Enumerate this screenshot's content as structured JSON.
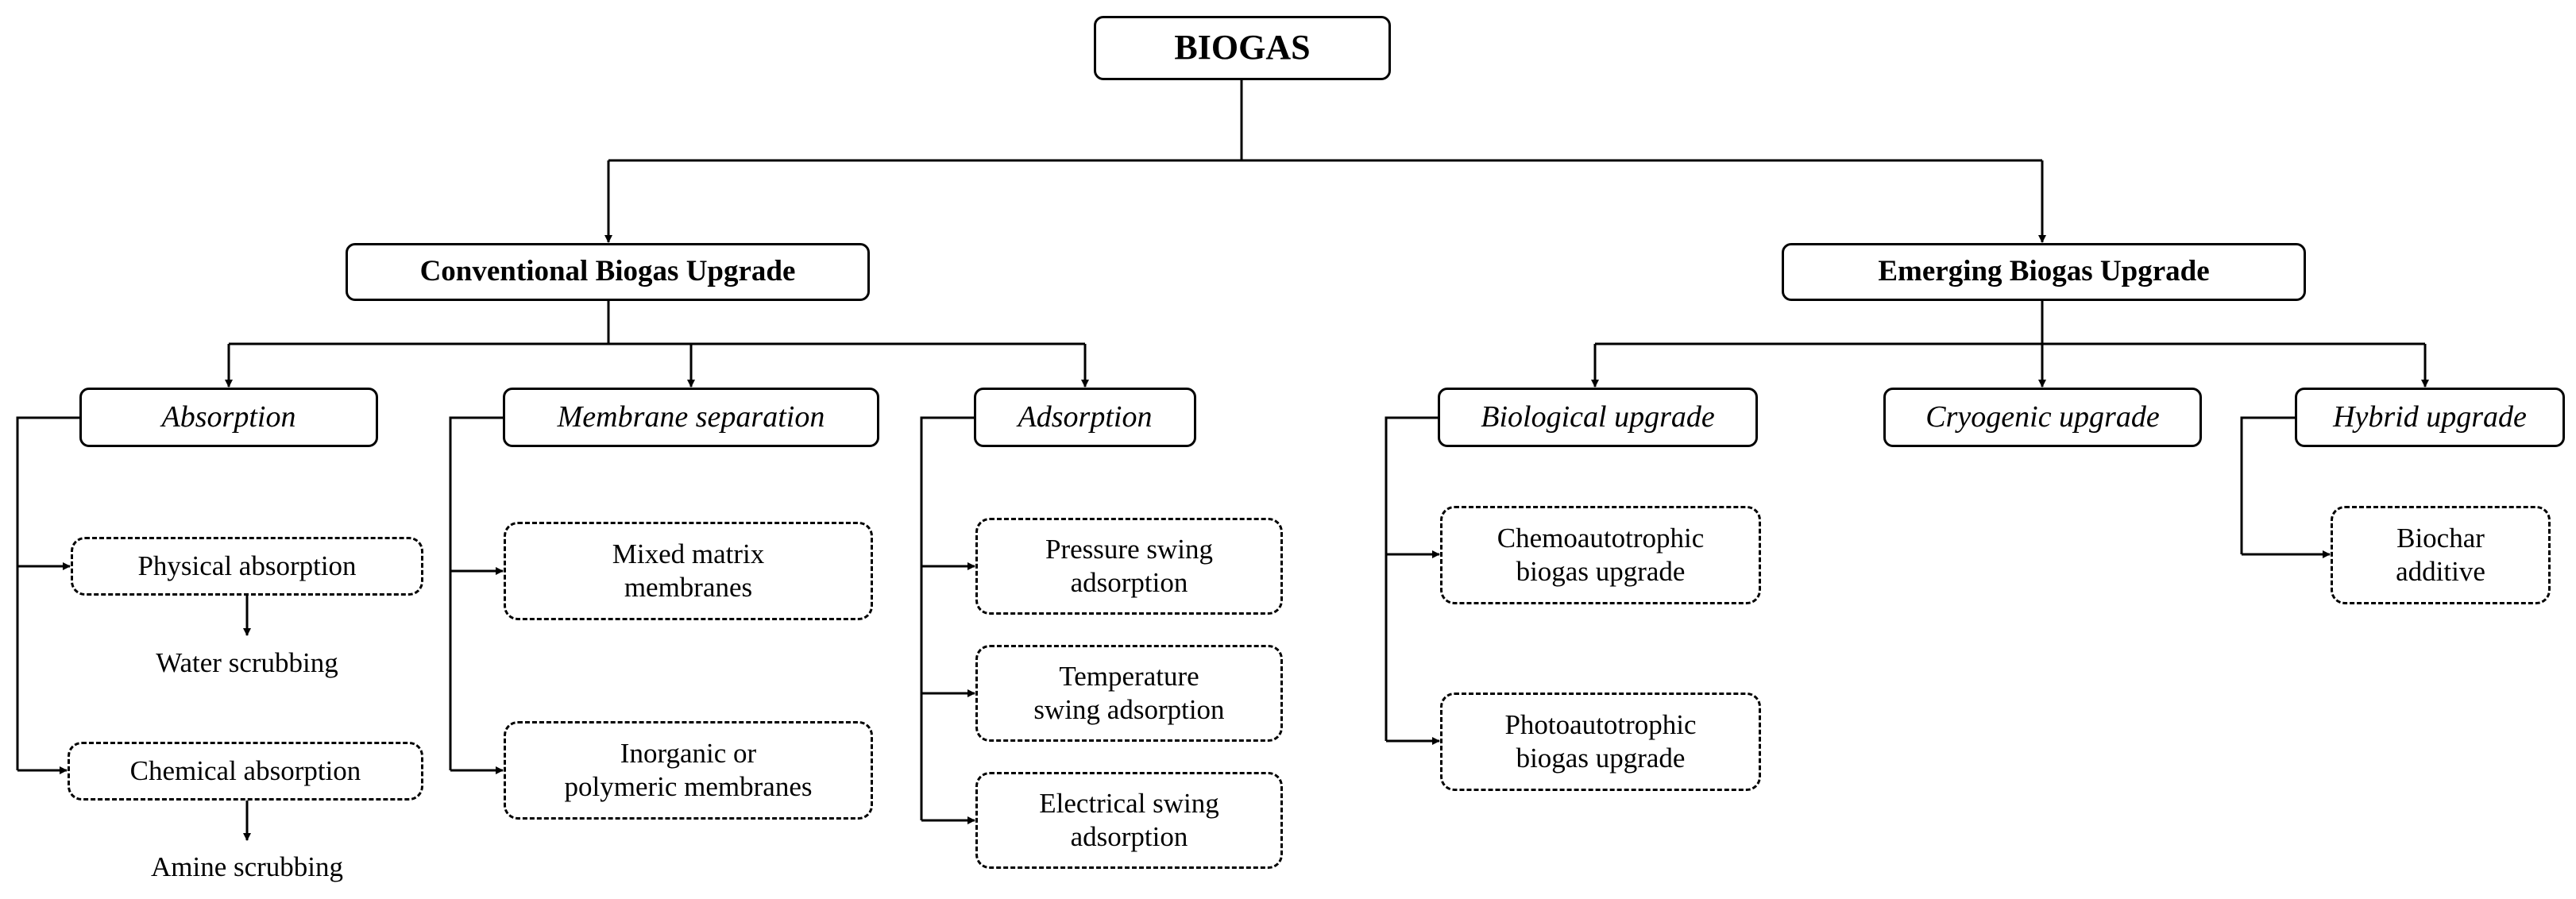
{
  "root": "BIOGAS",
  "conventional": {
    "title": "Conventional Biogas Upgrade",
    "absorption": {
      "title": "Absorption",
      "physical": "Physical absorption",
      "water": "Water scrubbing",
      "chemical": "Chemical absorption",
      "amine": "Amine scrubbing"
    },
    "membrane": {
      "title": "Membrane separation",
      "mixed_1": "Mixed matrix",
      "mixed_2": "membranes",
      "inorganic_1": "Inorganic or",
      "inorganic_2": "polymeric membranes"
    },
    "adsorption": {
      "title": "Adsorption",
      "pressure_1": "Pressure swing",
      "pressure_2": "adsorption",
      "temperature_1": "Temperature",
      "temperature_2": "swing adsorption",
      "electrical_1": "Electrical swing",
      "electrical_2": "adsorption"
    }
  },
  "emerging": {
    "title": "Emerging Biogas Upgrade",
    "biological": {
      "title": "Biological upgrade",
      "chemo_1": "Chemoautotrophic",
      "chemo_2": "biogas upgrade",
      "photo_1": "Photoautotrophic",
      "photo_2": "biogas upgrade"
    },
    "cryogenic": {
      "title": "Cryogenic upgrade"
    },
    "hybrid": {
      "title": "Hybrid upgrade",
      "biochar_1": "Biochar",
      "biochar_2": "additive"
    }
  }
}
